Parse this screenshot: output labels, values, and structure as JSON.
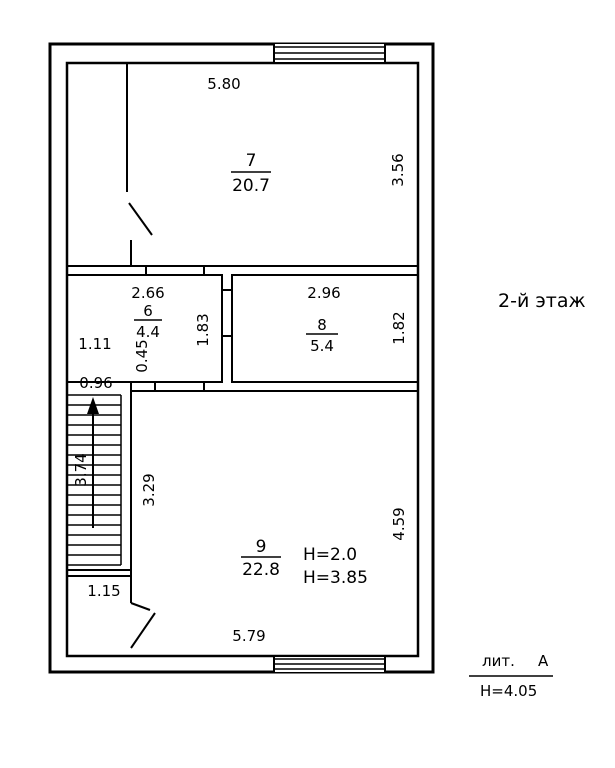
{
  "floor_title": "2-й этаж",
  "legend": {
    "lit": "лит.",
    "lit_letter": "А",
    "height": "H=4.05"
  },
  "rooms": [
    {
      "id": "room-7",
      "number": "7",
      "area": "20.7",
      "width": "5.80",
      "depth": "3.56"
    },
    {
      "id": "room-6",
      "number": "6",
      "area": "4.4",
      "width": "2.66",
      "depth": "1.83",
      "extra": "0.45"
    },
    {
      "id": "room-8",
      "number": "8",
      "area": "5.4",
      "width": "2.96",
      "depth": "1.82"
    },
    {
      "id": "room-9",
      "number": "9",
      "area": "22.8",
      "width": "5.79",
      "depth": "4.59",
      "side": "3.29",
      "h1": "H=2.0",
      "h2": "H=3.85"
    }
  ],
  "stair": {
    "landing": "1.11",
    "width": "0.96",
    "length": "3.74",
    "bottom": "1.15"
  }
}
